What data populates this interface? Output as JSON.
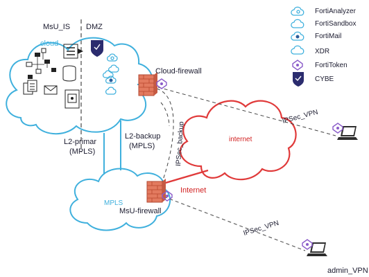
{
  "zones": {
    "left": "MsU_IS",
    "right": "DMZ"
  },
  "clouds": {
    "main": "cloud",
    "mpls": "MPLS",
    "internet": "internet"
  },
  "links": {
    "l2_primary_line1": "L2-primar",
    "l2_primary_line2": "(MPLS)",
    "l2_backup_line1": "L2-backup",
    "l2_backup_line2": "(MPLS)",
    "ipsec_backup": "IPSec_backup",
    "internet_link": "Internet",
    "ipsec_vpn_top": "IPSec_VPN",
    "ipsec_vpn_bottom": "IPSec_VPN"
  },
  "devices": {
    "cloud_firewall": "Cloud-firewall",
    "msu_firewall": "MsU-firewall",
    "admin_vpn": "admin_VPN"
  },
  "legend": [
    {
      "label": "FortiAnalyzer",
      "icon": "fortianalyzer-icon"
    },
    {
      "label": "FortiSandbox",
      "icon": "fortisandbox-icon"
    },
    {
      "label": "FortiMail",
      "icon": "fortimail-icon"
    },
    {
      "label": "XDR",
      "icon": "xdr-icon"
    },
    {
      "label": "FortiToken",
      "icon": "fortitoken-icon"
    },
    {
      "label": "CYBE",
      "icon": "cybe-shield-icon"
    }
  ],
  "colors": {
    "cloud_stroke": "#3fb0dd",
    "internet_stroke": "#e03a3a",
    "text": "#1a1a2e",
    "firewall": "#e0735a",
    "shield": "#2b2c6e",
    "internet_label": "#d11f1f"
  }
}
